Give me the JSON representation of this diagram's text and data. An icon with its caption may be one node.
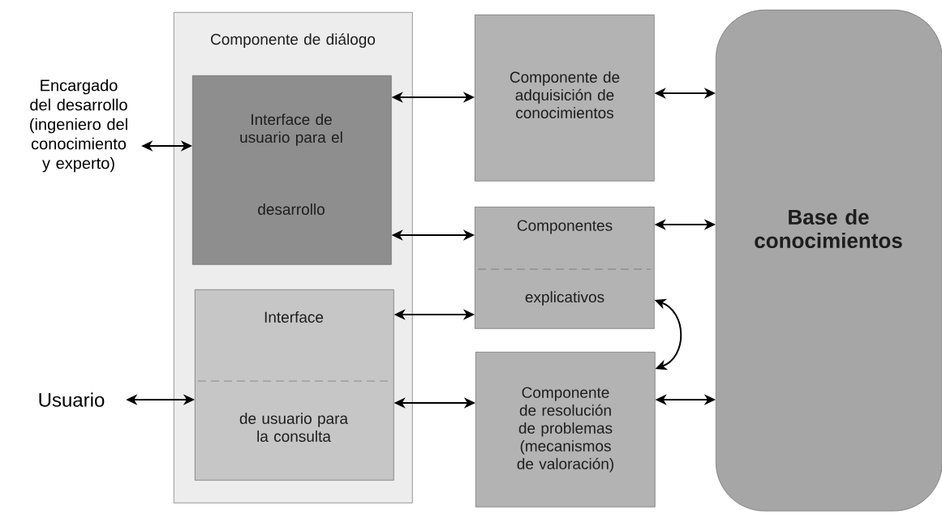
{
  "diagram": {
    "nodes": [
      {
        "text": [
          "Componente de diálogo"
        ]
      },
      {
        "text": [
          "Interface de usuario para el",
          "desarrollo"
        ],
        "in": 0
      },
      {
        "text": [
          "Interface",
          "de usuario para la consulta"
        ],
        "in": 0
      },
      {
        "text": [
          "Componente de adquisición de conocimientos"
        ]
      },
      {
        "text": [
          "Componentes",
          "explicativos"
        ]
      },
      {
        "text": [
          "Componente de resolución de problemas (mecanismos de valoración)"
        ]
      },
      {
        "text": [
          "Base de conocimientos"
        ]
      },
      {
        "text": [
          "Encargado del desarrollo (ingeniero del conocimiento y experto)"
        ]
      },
      {
        "text": [
          "Usuario"
        ]
      }
    ],
    "edges": [
      {
        "from": 7,
        "to": 1,
        "arrow": "both"
      },
      {
        "from": 1,
        "to": 3,
        "arrow": "both"
      },
      {
        "from": 1,
        "to": 4,
        "arrow": "both"
      },
      {
        "from": 2,
        "to": 4,
        "arrow": "both"
      },
      {
        "from": 8,
        "to": 2,
        "arrow": "both"
      },
      {
        "from": 2,
        "to": 5,
        "arrow": "both"
      },
      {
        "from": 3,
        "to": 6,
        "arrow": "both"
      },
      {
        "from": 4,
        "to": 6,
        "arrow": "both"
      },
      {
        "from": 5,
        "to": 6,
        "arrow": "both"
      },
      {
        "from": 4,
        "to": 5,
        "arrow": "both"
      }
    ]
  }
}
